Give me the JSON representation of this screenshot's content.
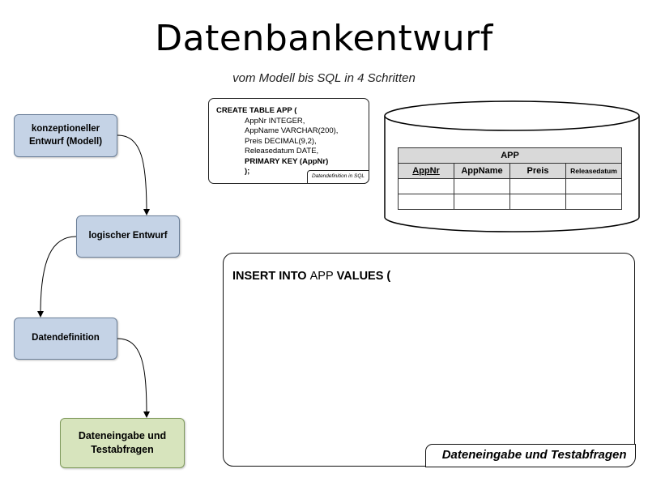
{
  "title": "Datenbankentwurf",
  "subtitle": "vom Modell bis SQL in 4 Schritten",
  "steps": [
    {
      "line1": "konzeptioneller",
      "line2": "Entwurf (Modell)"
    },
    {
      "line1": "logischer Entwurf",
      "line2": ""
    },
    {
      "line1": "Datendefinition",
      "line2": ""
    },
    {
      "line1": "Dateneingabe und",
      "line2": "Testabfragen"
    }
  ],
  "sql_definition": {
    "create_line": "CREATE TABLE APP (",
    "columns": [
      "AppNr INTEGER,",
      "AppName VARCHAR(200),",
      "Preis DECIMAL(9,2),",
      "Releasedatum DATE,"
    ],
    "primary_key": "PRIMARY KEY (AppNr)",
    "close": ");",
    "label": "Datendefinition in SQL"
  },
  "database_table": {
    "name": "APP",
    "columns": [
      "AppNr",
      "AppName",
      "Preis",
      "Releasedatum"
    ],
    "primary_key": "AppNr",
    "empty_rows": 2
  },
  "insert_statement": {
    "kw1": "INSERT INTO",
    "table": "APP",
    "kw2": "VALUES (",
    "label": "Dateneingabe und Testabfragen"
  },
  "colors": {
    "step_fill": "#c5d3e6",
    "final_step_fill": "#d7e4bd",
    "table_header": "#d9d9d9"
  }
}
